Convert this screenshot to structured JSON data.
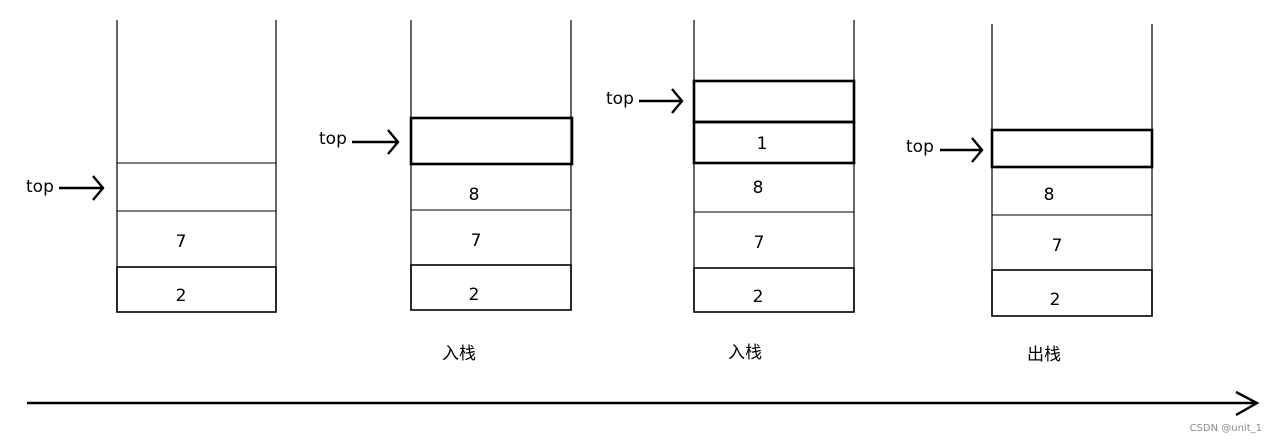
{
  "stacks": [
    {
      "values": [
        "2",
        "7"
      ],
      "top_label": "top",
      "operation": ""
    },
    {
      "values": [
        "2",
        "7",
        "8"
      ],
      "top_label": "top",
      "operation": "入栈"
    },
    {
      "values": [
        "2",
        "7",
        "8",
        "1"
      ],
      "top_label": "top",
      "operation": "入栈"
    },
    {
      "values": [
        "2",
        "7",
        "8"
      ],
      "top_label": "top",
      "operation": "出栈"
    }
  ],
  "watermark": "CSDN @unit_1",
  "colors": {
    "line": "#000000",
    "watermark": "#8a8a8a"
  }
}
